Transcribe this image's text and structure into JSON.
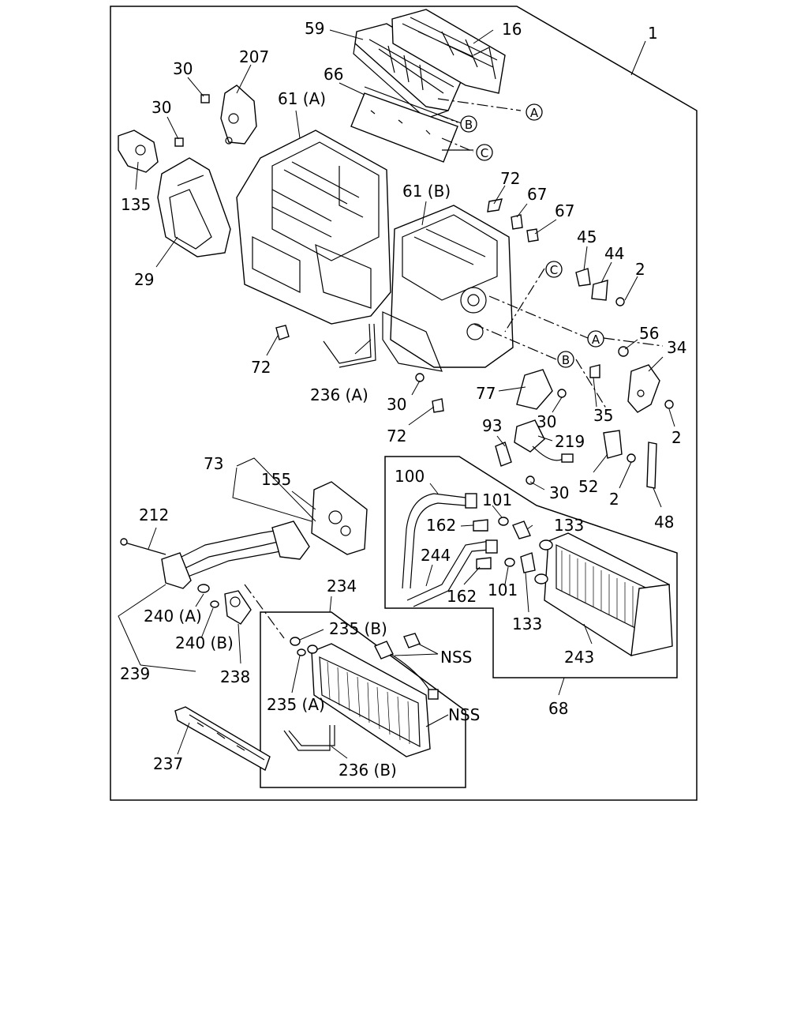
{
  "labels": {
    "l1": "1",
    "l59": "59",
    "l16": "16",
    "l207": "207",
    "l30a": "30",
    "l30b": "30",
    "l66": "66",
    "l61a": "61 (A)",
    "l135": "135",
    "l29": "29",
    "l72a": "72",
    "l61b": "61 (B)",
    "l67a": "67",
    "l67b": "67",
    "l45": "45",
    "l44": "44",
    "l2a": "2",
    "l56": "56",
    "l34": "34",
    "l72b": "72",
    "l236a": "236 (A)",
    "l30c": "30",
    "l72c": "72",
    "l77": "77",
    "l30d": "30",
    "l35": "35",
    "l2b": "2",
    "l93": "93",
    "l219": "219",
    "l30e": "30",
    "l52": "52",
    "l2c": "2",
    "l48": "48",
    "l73": "73",
    "l155": "155",
    "l100": "100",
    "l101a": "101",
    "l162a": "162",
    "l133a": "133",
    "l212": "212",
    "l244": "244",
    "l162b": "162",
    "l101b": "101",
    "l133b": "133",
    "l234": "234",
    "l240a": "240 (A)",
    "l235b": "235 (B)",
    "l240b": "240 (B)",
    "l239": "239",
    "l238": "238",
    "l243": "243",
    "l235a": "235 (A)",
    "lnss1": "NSS",
    "lnss2": "NSS",
    "l68": "68",
    "l237": "237",
    "l236b": "236 (B)"
  },
  "callouts": {
    "A1": "A",
    "B1": "B",
    "C1": "C",
    "C2": "C",
    "A2": "A",
    "B2": "B"
  }
}
